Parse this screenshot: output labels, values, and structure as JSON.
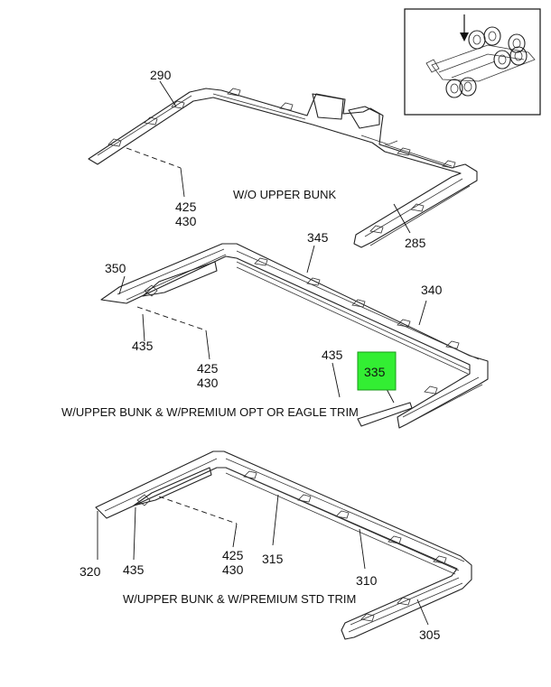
{
  "inset": {
    "icon": "truck-chassis-locator-icon"
  },
  "captions": {
    "wo_upper_bunk": "W/O UPPER BUNK",
    "premium_opt": "W/UPPER BUNK & W/PREMIUM OPT OR EAGLE TRIM",
    "premium_std": "W/UPPER BUNK & W/PREMIUM STD TRIM"
  },
  "callouts": {
    "c290": "290",
    "c425a": "425",
    "c430a": "430",
    "c285": "285",
    "c345": "345",
    "c350": "350",
    "c340": "340",
    "c435a": "435",
    "c425b": "425",
    "c430b": "430",
    "c435b": "435",
    "c335": "335",
    "c320": "320",
    "c435c": "435",
    "c425c": "425",
    "c430c": "430",
    "c315": "315",
    "c310": "310",
    "c305": "305"
  },
  "highlight_color": "#33ee33"
}
